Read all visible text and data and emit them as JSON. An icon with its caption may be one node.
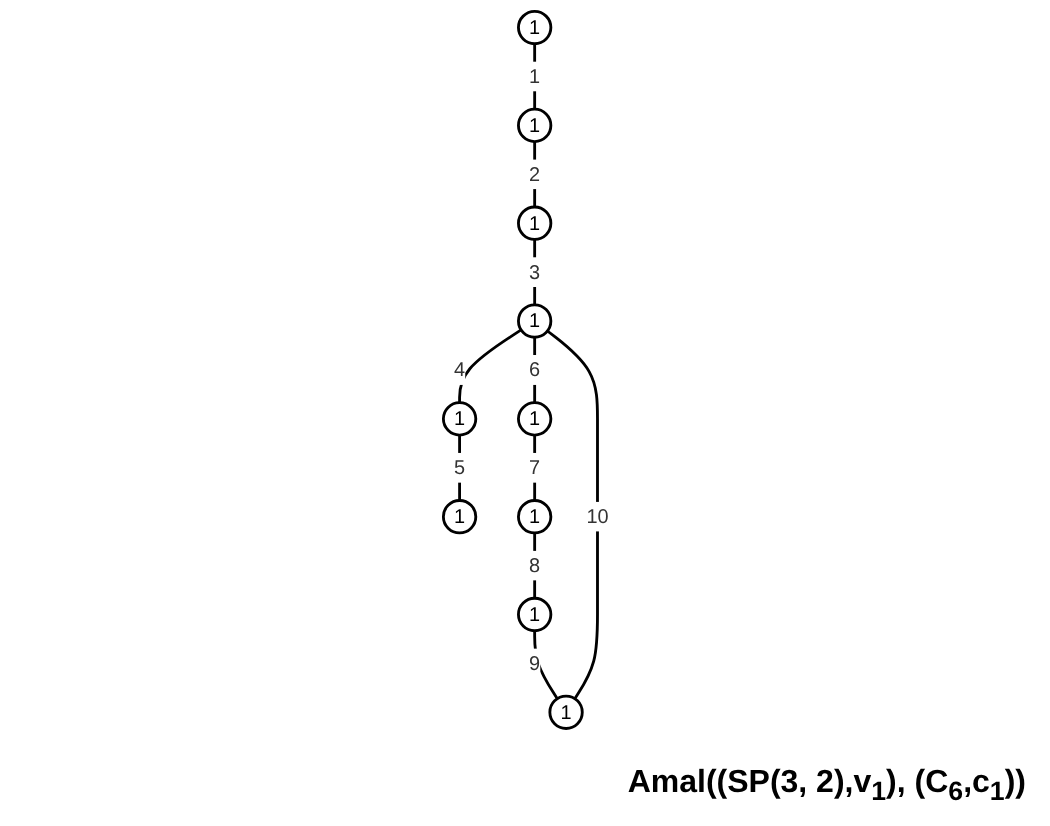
{
  "diagram": {
    "caption": "Amal((SP(3, 2),v$_{1}$), (C$_{6}$,c$_{1}$))",
    "nodes": [
      {
        "text": [
          "1"
        ]
      },
      {
        "text": [
          "1"
        ]
      },
      {
        "text": [
          "1"
        ]
      },
      {
        "text": [
          "1"
        ]
      },
      {
        "text": [
          "1"
        ]
      },
      {
        "text": [
          "1"
        ]
      },
      {
        "text": [
          "1"
        ]
      },
      {
        "text": [
          "1"
        ]
      },
      {
        "text": [
          "1"
        ]
      },
      {
        "text": [
          "1"
        ]
      }
    ],
    "edges": [
      {
        "from": 0,
        "to": 1,
        "arrow": "none",
        "label": "1"
      },
      {
        "from": 1,
        "to": 2,
        "arrow": "none",
        "label": "2"
      },
      {
        "from": 2,
        "to": 3,
        "arrow": "none",
        "label": "3"
      },
      {
        "from": 3,
        "to": 4,
        "arrow": "none",
        "label": "4"
      },
      {
        "from": 4,
        "to": 5,
        "arrow": "none",
        "label": "5"
      },
      {
        "from": 3,
        "to": 6,
        "arrow": "none",
        "label": "6"
      },
      {
        "from": 6,
        "to": 8,
        "arrow": "none",
        "label": "7"
      },
      {
        "from": 8,
        "to": 9,
        "arrow": "none",
        "label": "8"
      },
      {
        "from": 9,
        "to": 7,
        "arrow": "none",
        "label": "9"
      },
      {
        "from": 7,
        "to": 3,
        "arrow": "none",
        "label": "10"
      }
    ]
  }
}
